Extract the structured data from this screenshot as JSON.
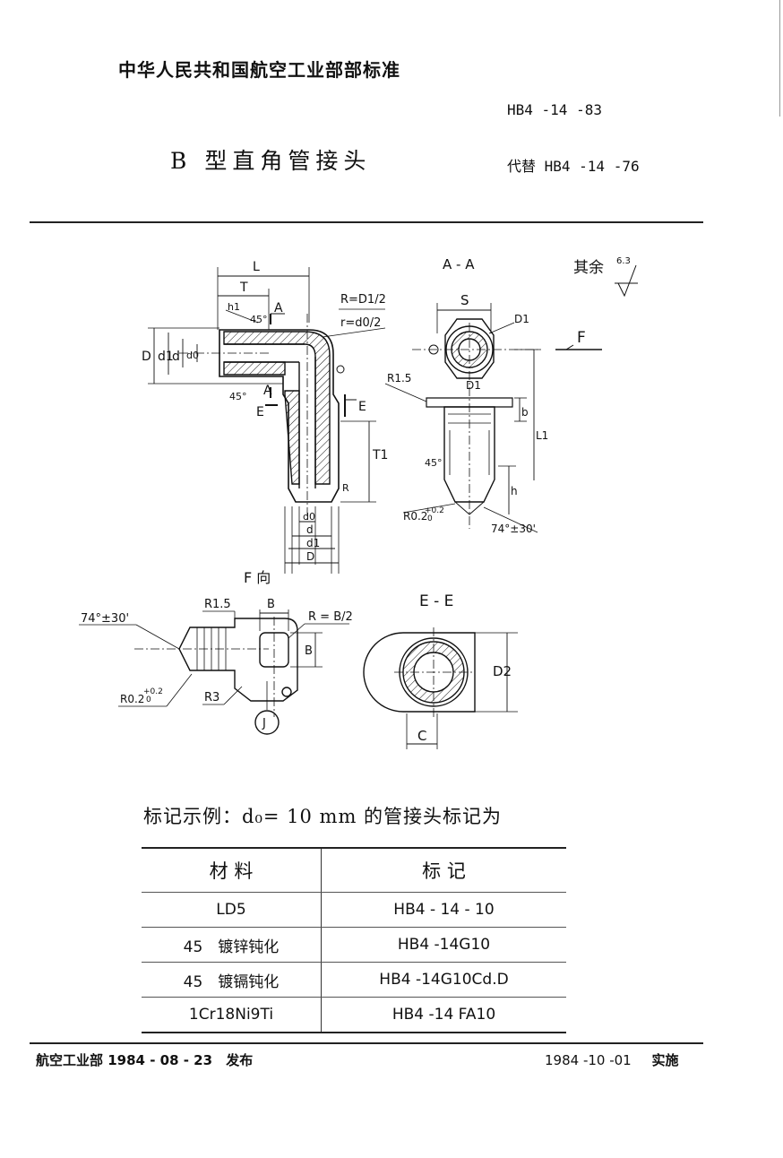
{
  "header": {
    "organization": "中华人民共和国航空工业部部标准",
    "standard_code": "HB4 -14 -83",
    "title": "B 型直角管接头",
    "replaces": "代替 HB4 -14 -76"
  },
  "drawing": {
    "main_view": {
      "dims": [
        "L",
        "T",
        "h1",
        "45°",
        "A",
        "D",
        "d1",
        "d",
        "d0",
        "45°",
        "A",
        "E",
        "E",
        "T1",
        "R",
        "d0",
        "d",
        "d1",
        "D"
      ],
      "radius_notes": [
        "R=D1/2",
        "r=d0/2"
      ]
    },
    "section_aa": {
      "label": "A - A",
      "surface_note": "其余",
      "roughness": "6.3",
      "dims": [
        "S",
        "D1",
        "F",
        "R1.5",
        "D1",
        "b",
        "L1",
        "45°",
        "h",
        "R0.2",
        "+0.2",
        "0",
        "74°±30'"
      ]
    },
    "view_f": {
      "label": "F 向",
      "dims": [
        "74°±30'",
        "R1.5",
        "B",
        "R = B/2",
        "B",
        "R0.2",
        "+0.2",
        "0",
        "R3",
        "J"
      ]
    },
    "section_ee": {
      "label": "E - E",
      "dims": [
        "D2",
        "C"
      ]
    }
  },
  "example_text": "标记示例：d₀= 10 mm 的管接头标记为",
  "marking_table": {
    "headers": [
      "材 料",
      "标 记"
    ],
    "rows": [
      {
        "material": "LD5",
        "mark": "HB4 - 14 - 10"
      },
      {
        "material": "45　镀锌钝化",
        "mark": "HB4 -14G10"
      },
      {
        "material": "45　镀镉钝化",
        "mark": "HB4 -14G10Cd.D"
      },
      {
        "material": "1Cr18Ni9Ti",
        "mark": "HB4 -14 FA10"
      }
    ]
  },
  "footer": {
    "issued_date": "航空工业部 1984 - 08 - 23",
    "issued_label": "发布",
    "effective_date": "1984 -10 -01",
    "effective_label": "实施"
  }
}
